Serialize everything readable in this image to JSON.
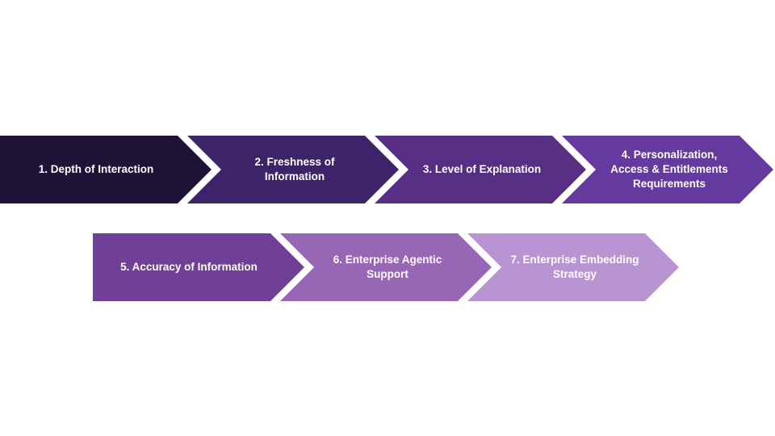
{
  "diagram": {
    "title": "Seven evaluation dimensions chevron process flow",
    "accent_palette_start": "#201338",
    "accent_palette_end": "#b894d2",
    "steps": [
      {
        "label": "1. Depth of Interaction",
        "color": "#201338"
      },
      {
        "label": "2.  Freshness of Information",
        "color": "#3d2369"
      },
      {
        "label": "3. Level of Explanation",
        "color": "#562f85"
      },
      {
        "label": "4. Personalization, Access & Entitlements Requirements",
        "color": "#653a9e"
      },
      {
        "label": "5. Accuracy of Information",
        "color": "#703f97"
      },
      {
        "label": "6. Enterprise Agentic Support",
        "color": "#9767b5"
      },
      {
        "label": "7. Enterprise Embedding Strategy",
        "color": "#b894d2"
      }
    ]
  }
}
